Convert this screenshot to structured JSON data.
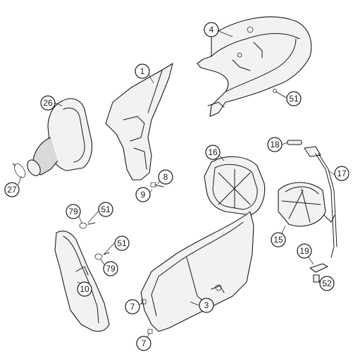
{
  "callouts": [
    {
      "id": "c4",
      "label": "4"
    },
    {
      "id": "c1",
      "label": "1"
    },
    {
      "id": "c51a",
      "label": "51"
    },
    {
      "id": "c26",
      "label": "26"
    },
    {
      "id": "c8",
      "label": "8"
    },
    {
      "id": "c9",
      "label": "9"
    },
    {
      "id": "c27",
      "label": "27"
    },
    {
      "id": "c16",
      "label": "16"
    },
    {
      "id": "c18",
      "label": "18"
    },
    {
      "id": "c17",
      "label": "17"
    },
    {
      "id": "c79a",
      "label": "79"
    },
    {
      "id": "c51b",
      "label": "51"
    },
    {
      "id": "c15",
      "label": "15"
    },
    {
      "id": "c51c",
      "label": "51"
    },
    {
      "id": "c79b",
      "label": "79"
    },
    {
      "id": "c19",
      "label": "19"
    },
    {
      "id": "c10",
      "label": "10"
    },
    {
      "id": "c52",
      "label": "52"
    },
    {
      "id": "c7a",
      "label": "7"
    },
    {
      "id": "c3",
      "label": "3"
    },
    {
      "id": "c7b",
      "label": "7"
    }
  ]
}
